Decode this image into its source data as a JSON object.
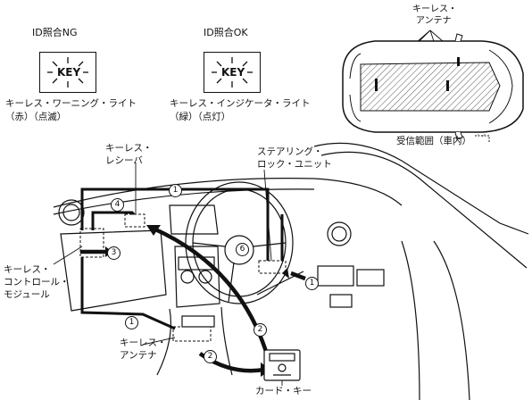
{
  "indicators": {
    "ng": {
      "status": "ID照合NG",
      "key_text": "KEY",
      "caption_line1": "キーレス・ワーニング・ライト",
      "caption_line2": "（赤）（点滅）"
    },
    "ok": {
      "status": "ID照合OK",
      "key_text": "KEY",
      "caption_line1": "キーレス・インジケータ・ライト",
      "caption_line2": "（緑）（点灯）"
    }
  },
  "car_view": {
    "antenna_label_line1": "キーレス・",
    "antenna_label_line2": "アンテナ",
    "legend_label": "受信範囲（車内）"
  },
  "labels": {
    "receiver_line1": "キーレス・",
    "receiver_line2": "レシーバ",
    "steering_line1": "ステアリング・",
    "steering_line2": "ロック・ユニット",
    "module_line1": "キーレス・",
    "module_line2": "コントロール・",
    "module_line3": "モジュール",
    "antenna_line1": "キーレス・",
    "antenna_line2": "アンテナ",
    "card_key": "カード・キー"
  },
  "callouts": {
    "one": "1",
    "two": "2",
    "three": "3",
    "four": "4",
    "six": "6"
  }
}
